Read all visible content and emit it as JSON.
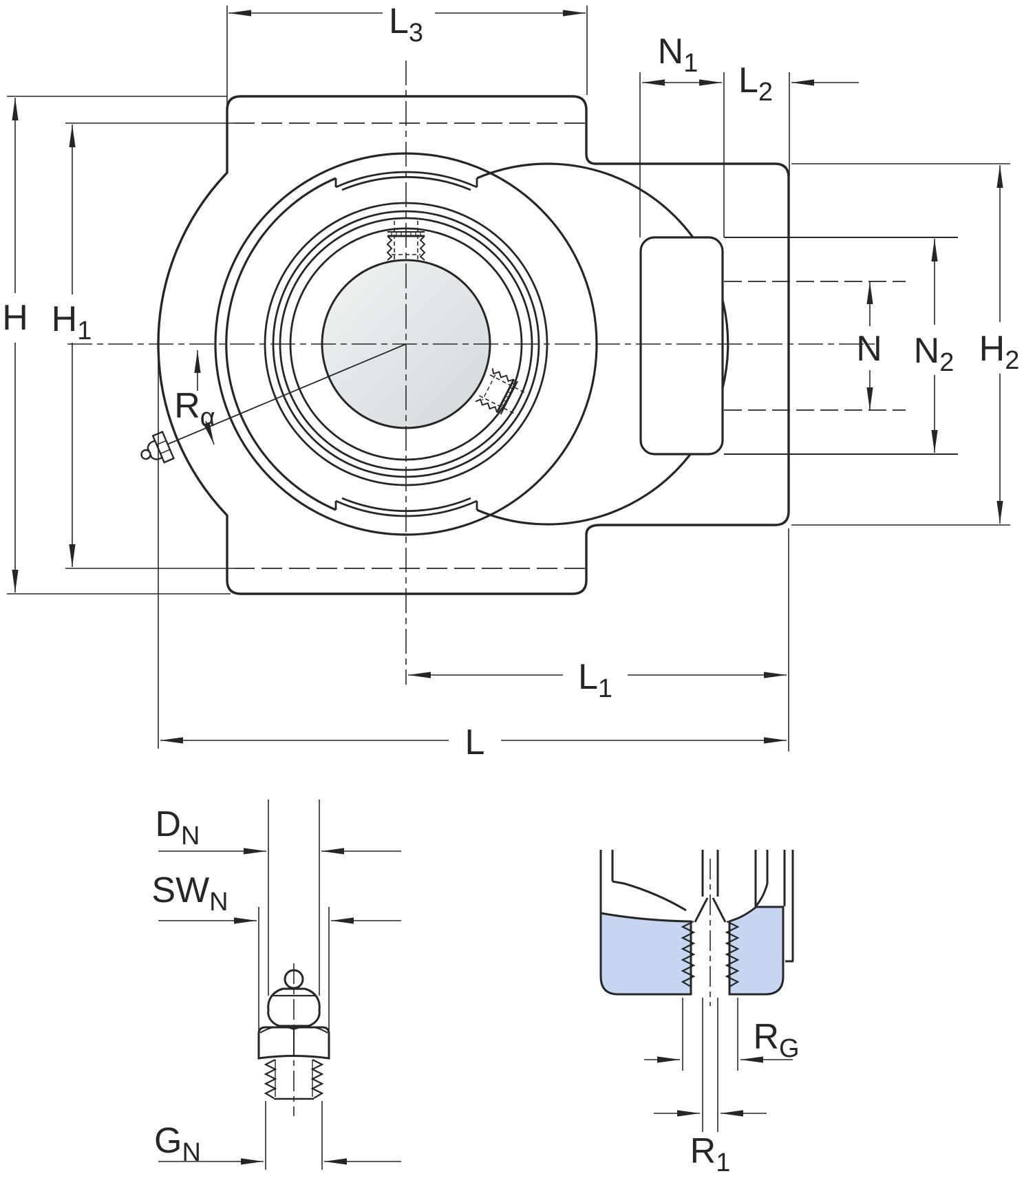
{
  "drawing": {
    "kind": "bearing-unit-dimension-drawing",
    "colors": {
      "line": "#262626",
      "section_fill": "#c6d5f0",
      "bore_fill_light": "#f1f3f4",
      "bore_fill_dark": "#d2d8db",
      "background": "#ffffff"
    },
    "labels": {
      "l3": {
        "main": "L",
        "sub": "3"
      },
      "n1": {
        "main": "N",
        "sub": "1"
      },
      "l2": {
        "main": "L",
        "sub": "2"
      },
      "h": {
        "main": "H",
        "sub": ""
      },
      "h1": {
        "main": "H",
        "sub": "1"
      },
      "ra": {
        "main": "R",
        "sub": "α"
      },
      "n": {
        "main": "N",
        "sub": ""
      },
      "n2": {
        "main": "N",
        "sub": "2"
      },
      "h2": {
        "main": "H",
        "sub": "2"
      },
      "l1": {
        "main": "L",
        "sub": "1"
      },
      "l": {
        "main": "L",
        "sub": ""
      },
      "dn": {
        "main": "D",
        "sub": "N"
      },
      "swn": {
        "main": "SW",
        "sub": "N"
      },
      "gn": {
        "main": "G",
        "sub": "N"
      },
      "rg": {
        "main": "R",
        "sub": "G"
      },
      "r1": {
        "main": "R",
        "sub": "1"
      }
    }
  }
}
